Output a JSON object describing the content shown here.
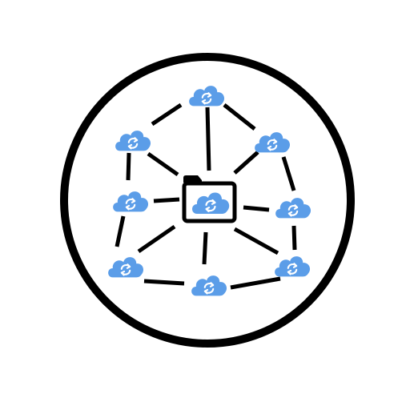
{
  "icon": {
    "name": "cloud-sync-network-icon",
    "colors": {
      "outline": "#000000",
      "cloud": "#5b9de8",
      "sync_arrows": "#ffffff",
      "background": "#ffffff"
    },
    "center": {
      "name": "folder-icon",
      "badge": "cloud-sync-icon"
    },
    "nodes": [
      {
        "id": "top",
        "icon": "cloud-sync-icon"
      },
      {
        "id": "upper-left",
        "icon": "cloud-sync-icon"
      },
      {
        "id": "upper-right",
        "icon": "cloud-sync-icon"
      },
      {
        "id": "mid-left",
        "icon": "cloud-sync-icon"
      },
      {
        "id": "mid-right",
        "icon": "cloud-sync-icon"
      },
      {
        "id": "lower-left",
        "icon": "cloud-sync-icon"
      },
      {
        "id": "lower-right",
        "icon": "cloud-sync-icon"
      },
      {
        "id": "bottom",
        "icon": "cloud-sync-icon"
      }
    ],
    "links": [
      [
        "top",
        "upper-left"
      ],
      [
        "top",
        "upper-right"
      ],
      [
        "top",
        "center"
      ],
      [
        "upper-left",
        "mid-left"
      ],
      [
        "upper-left",
        "center"
      ],
      [
        "upper-right",
        "mid-right"
      ],
      [
        "upper-right",
        "center"
      ],
      [
        "mid-left",
        "lower-left"
      ],
      [
        "mid-left",
        "center"
      ],
      [
        "mid-right",
        "lower-right"
      ],
      [
        "mid-right",
        "center"
      ],
      [
        "lower-left",
        "bottom"
      ],
      [
        "lower-left",
        "center"
      ],
      [
        "lower-right",
        "bottom"
      ],
      [
        "lower-right",
        "center"
      ],
      [
        "bottom",
        "center"
      ]
    ]
  }
}
